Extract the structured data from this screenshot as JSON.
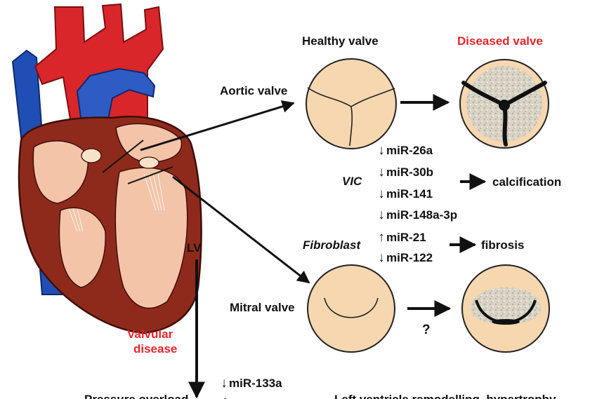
{
  "headers": {
    "healthy": "Healthy valve",
    "diseased": "Diseased valve"
  },
  "valves": {
    "aortic": "Aortic valve",
    "mitral": "Mitral valve",
    "unknown_mark": "?"
  },
  "chamber": "LV",
  "disease": {
    "line1": "Valvular",
    "line2": "disease"
  },
  "cells": {
    "vic": "VIC",
    "fibroblast": "Fibroblast"
  },
  "mirnas": [
    {
      "arrow": "↓",
      "name": "miR-26a"
    },
    {
      "arrow": "↓",
      "name": "miR-30b"
    },
    {
      "arrow": "↓",
      "name": "miR-141"
    },
    {
      "arrow": "↓",
      "name": "miR-148a-3p"
    },
    {
      "arrow": "↑",
      "name": "miR-21"
    },
    {
      "arrow": "↓",
      "name": "miR-122"
    },
    {
      "arrow": "↓",
      "name": "miR-133a"
    }
  ],
  "outcomes": {
    "calcification": "calcification",
    "fibrosis": "fibrosis"
  },
  "bottom": {
    "pressure": "Pressure overload",
    "remodelling": "Left ventricle remodelling, hypertrophy"
  },
  "colors": {
    "accent_red": "#e8262b",
    "valve_fill": "#f6d7b0",
    "artery": "#d9262b",
    "vein": "#1f4fb5",
    "muscle": "#8e2a1c"
  }
}
